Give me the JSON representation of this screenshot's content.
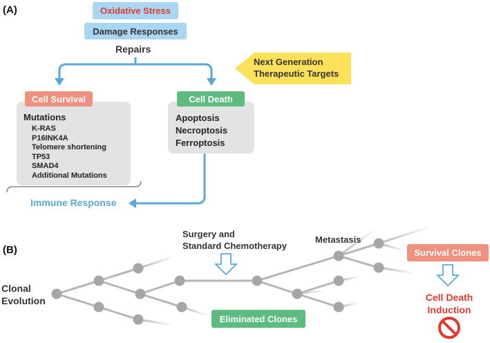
{
  "panel_a": {
    "label": "(A)",
    "oxidative_stress": "Oxidative Stress",
    "damage_responses": "Damage Responses",
    "repairs": "Repairs",
    "next_gen_line1": "Next Generation",
    "next_gen_line2": "Therapeutic Targets",
    "cell_survival": "Cell Survival",
    "cell_death": "Cell Death",
    "mutations_title": "Mutations",
    "mutations": [
      "K-RAS",
      "P16INK4A",
      "Telomere shortening",
      "TP53",
      "SMAD4",
      "Additional Mutations"
    ],
    "death_types": [
      "Apoptosis",
      "Necroptosis",
      "Ferroptosis"
    ],
    "immune_response": "Immune Response"
  },
  "panel_b": {
    "label": "(B)",
    "clonal_line1": "Clonal",
    "clonal_line2": "Evolution",
    "surgery_line1": "Surgery and",
    "surgery_line2": "Standard Chemotherapy",
    "metastasis": "Metastasis",
    "survival_clones": "Survival Clones",
    "eliminated_clones": "Eliminated Clones",
    "cell_death_line1": "Cell Death",
    "cell_death_line2": "Induction"
  },
  "colors": {
    "blue_arrow": "#5aa7da",
    "light_blue_box": "#a9d6f2",
    "salmon": "#f0907e",
    "green": "#5dbb80",
    "yellow": "#fde15a",
    "red_text": "#e03a2a",
    "node_gray": "#a6a6a6",
    "gray_box": "#e3e3e3"
  }
}
